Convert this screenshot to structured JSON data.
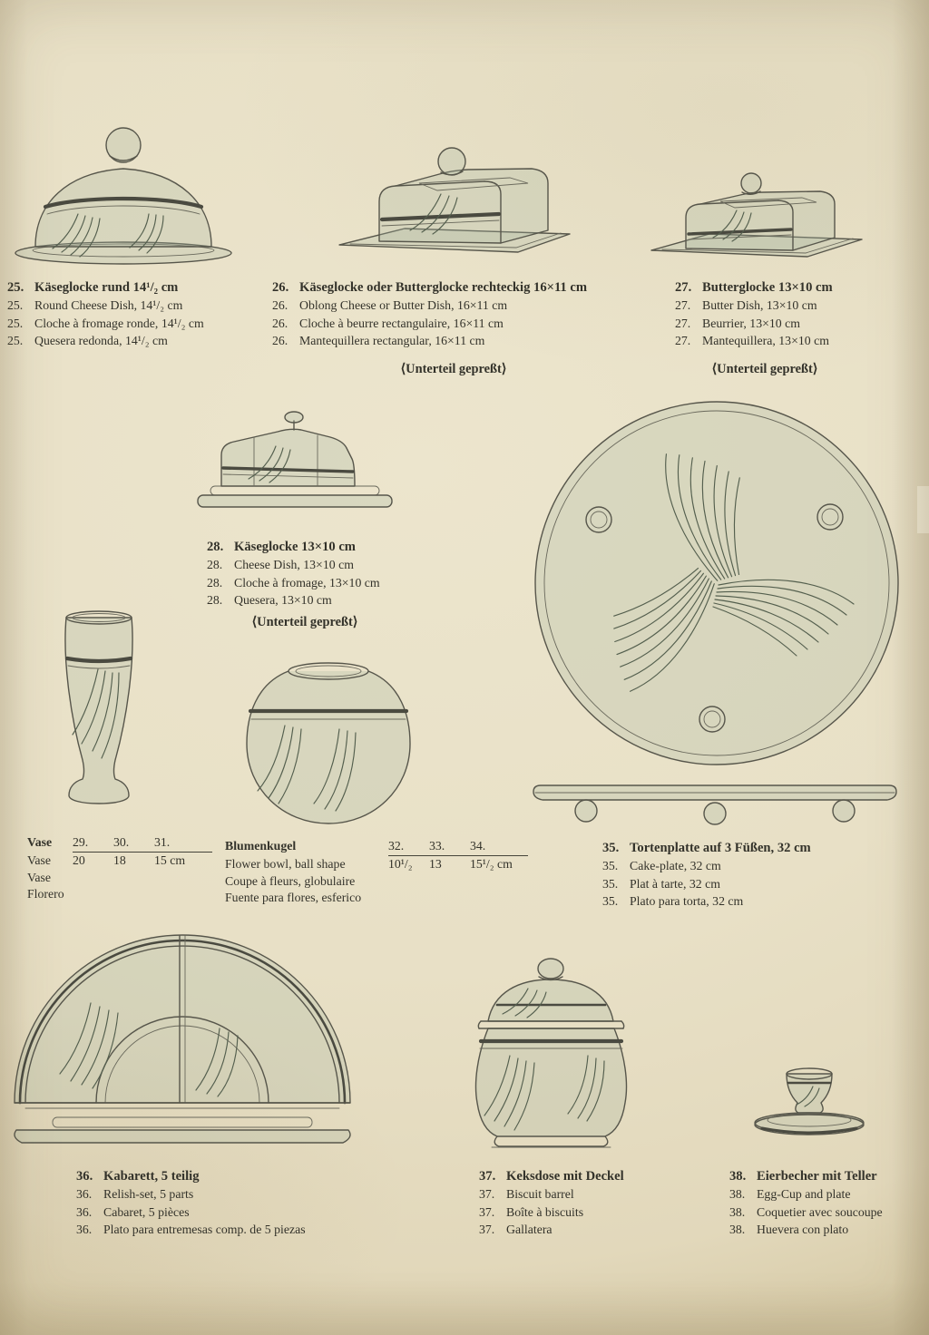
{
  "page": {
    "bg": "#e8e0c6",
    "ink": "#33322a",
    "note_pressed": "⟨Unterteil gepreßt⟩"
  },
  "item25": {
    "title_n": "25.",
    "title": "Käseglocke rund 14¹/₂ cm",
    "lines": [
      {
        "n": "25.",
        "t": "Round Cheese Dish, 14¹/₂ cm"
      },
      {
        "n": "25.",
        "t": "Cloche à fromage ronde, 14¹/₂ cm"
      },
      {
        "n": "25.",
        "t": "Quesera redonda, 14¹/₂ cm"
      }
    ]
  },
  "item26": {
    "title_n": "26.",
    "title": "Käseglocke oder Butterglocke rechteckig 16×11 cm",
    "lines": [
      {
        "n": "26.",
        "t": "Oblong Cheese or Butter Dish, 16×11 cm"
      },
      {
        "n": "26.",
        "t": "Cloche à beurre rectangulaire, 16×11 cm"
      },
      {
        "n": "26.",
        "t": "Mantequillera rectangular, 16×11 cm"
      }
    ]
  },
  "item27": {
    "title_n": "27.",
    "title": "Butterglocke 13×10 cm",
    "lines": [
      {
        "n": "27.",
        "t": "Butter Dish, 13×10 cm"
      },
      {
        "n": "27.",
        "t": "Beurrier, 13×10 cm"
      },
      {
        "n": "27.",
        "t": "Mantequillera, 13×10 cm"
      }
    ]
  },
  "item28": {
    "title_n": "28.",
    "title": "Käseglocke 13×10 cm",
    "lines": [
      {
        "n": "28.",
        "t": "Cheese Dish, 13×10 cm"
      },
      {
        "n": "28.",
        "t": "Cloche à fromage, 13×10 cm"
      },
      {
        "n": "28.",
        "t": "Quesera, 13×10 cm"
      }
    ]
  },
  "vase_table": {
    "label_de": "Vase",
    "label_en": "Vase",
    "label_fr": "Vase",
    "label_es": "Florero",
    "col1": "29.",
    "col2": "30.",
    "col3": "31.",
    "v1": "20",
    "v2": "18",
    "v3": "15 cm"
  },
  "ball_table": {
    "label_de": "Blumenkugel",
    "label_en": "Flower bowl, ball shape",
    "label_fr": "Coupe à fleurs, globulaire",
    "label_es": "Fuente para flores, esferico",
    "col1": "32.",
    "col2": "33.",
    "col3": "34.",
    "v1": "10¹/₂",
    "v2": "13",
    "v3": "15¹/₂ cm"
  },
  "item35": {
    "title_n": "35.",
    "title": "Tortenplatte auf 3 Füßen, 32 cm",
    "lines": [
      {
        "n": "35.",
        "t": "Cake-plate, 32 cm"
      },
      {
        "n": "35.",
        "t": "Plat à tarte, 32 cm"
      },
      {
        "n": "35.",
        "t": "Plato para torta, 32 cm"
      }
    ]
  },
  "item36": {
    "title_n": "36.",
    "title": "Kabarett, 5 teilig",
    "lines": [
      {
        "n": "36.",
        "t": "Relish-set, 5 parts"
      },
      {
        "n": "36.",
        "t": "Cabaret, 5 pièces"
      },
      {
        "n": "36.",
        "t": "Plato para entremesas comp. de 5 piezas"
      }
    ]
  },
  "item37": {
    "title_n": "37.",
    "title": "Keksdose mit Deckel",
    "lines": [
      {
        "n": "37.",
        "t": "Biscuit barrel"
      },
      {
        "n": "37.",
        "t": "Boîte à biscuits"
      },
      {
        "n": "37.",
        "t": "Gallatera"
      }
    ]
  },
  "item38": {
    "title_n": "38.",
    "title": "Eierbecher mit Teller",
    "lines": [
      {
        "n": "38.",
        "t": "Egg-Cup and plate"
      },
      {
        "n": "38.",
        "t": "Coquetier avec soucoupe"
      },
      {
        "n": "38.",
        "t": "Huevera con plato"
      }
    ]
  }
}
